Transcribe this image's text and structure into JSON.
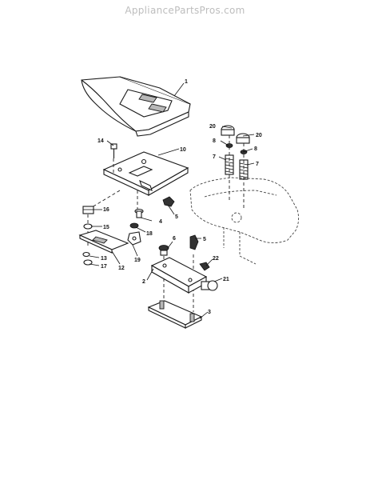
{
  "watermark": "AppliancePartsPros.com",
  "callouts": {
    "c1": "1",
    "c2": "2",
    "c3": "3",
    "c4": "4",
    "c5a": "5",
    "c5b": "5",
    "c6": "6",
    "c7a": "7",
    "c7b": "7",
    "c8a": "8",
    "c8b": "8",
    "c10": "10",
    "c12": "12",
    "c13": "13",
    "c14": "14",
    "c15": "15",
    "c16": "16",
    "c17": "17",
    "c18": "18",
    "c19": "19",
    "c20a": "20",
    "c20b": "20",
    "c21": "21",
    "c22": "22"
  }
}
